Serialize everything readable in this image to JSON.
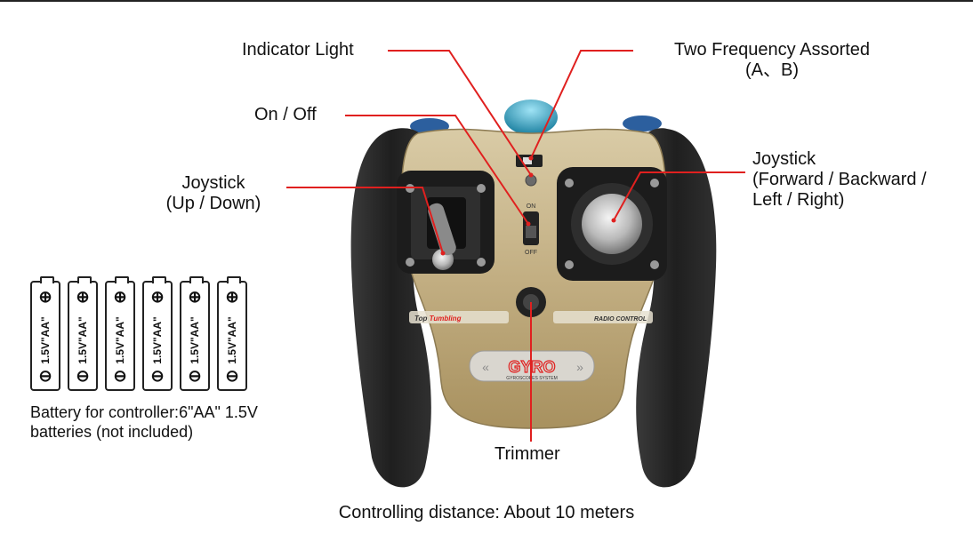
{
  "labels": {
    "indicator_light": "Indicator Light",
    "two_frequency_line1": "Two Frequency Assorted",
    "two_frequency_line2": "(A、B)",
    "on_off": "On / Off",
    "joystick_left_line1": "Joystick",
    "joystick_left_line2": "(Up / Down)",
    "joystick_right_line1": "Joystick",
    "joystick_right_line2": "(Forward / Backward /",
    "joystick_right_line3": "Left / Right)",
    "trimmer": "Trimmer"
  },
  "batteries": {
    "count": 6,
    "text": "1.5V\"AA\"",
    "plus_symbol": "⊕",
    "minus_symbol": "⊖",
    "note_line1": "Battery for controller:6\"AA\" 1.5V",
    "note_line2": "batteries (not included)"
  },
  "controller": {
    "stripe_left": "Top",
    "stripe_left_accent": "Tumbling",
    "stripe_right": "RADIO CONTROL",
    "logo": "GYRO",
    "logo_sub": "GYROSCOPES SYSTEM",
    "switch_top": "ON",
    "switch_bottom": "OFF"
  },
  "footer": "Controlling distance: About 10 meters",
  "colors": {
    "leader_line": "#e0201f",
    "grip": "#2b2b2b",
    "body_gold": "#c9b78e",
    "logo_red": "#e0201f",
    "antenna_cap": "#2aa6c8"
  }
}
